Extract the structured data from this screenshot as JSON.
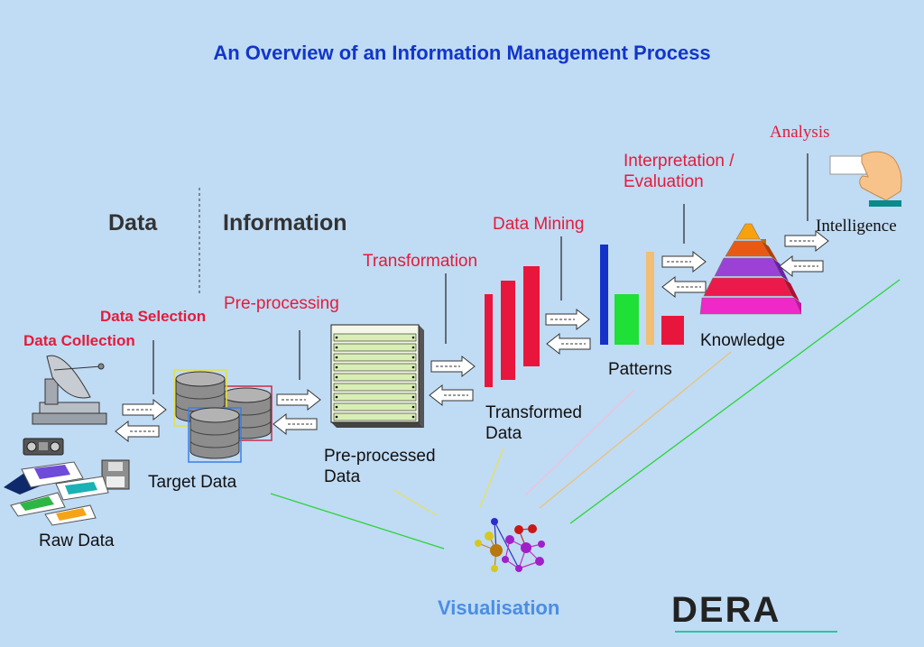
{
  "title": "An Overview of an Information Management Process",
  "headings": {
    "data": "Data",
    "information": "Information"
  },
  "steps": {
    "data_collection": "Data Collection",
    "data_selection": "Data Selection",
    "pre_processing": "Pre-processing",
    "transformation": "Transformation",
    "data_mining": "Data Mining",
    "interpretation_line1": "Interpretation /",
    "interpretation_line2": "Evaluation",
    "analysis": "Analysis"
  },
  "stages": {
    "raw_data": "Raw Data",
    "target_data": "Target Data",
    "preprocessed_line1": "Pre-processed",
    "preprocessed_line2": "Data",
    "transformed_line1": "Transformed",
    "transformed_line2": "Data",
    "patterns": "Patterns",
    "knowledge": "Knowledge",
    "intelligence": "Intelligence"
  },
  "visualisation": "Visualisation",
  "logo": "DERA",
  "colors": {
    "background": "#c0dbf4",
    "title": "#1136c9",
    "step_label": "#e41b3b",
    "visualisation": "#4a8ee2",
    "logo_underline": "#2fc4a0"
  },
  "icons": [
    "satellite-dish-icon",
    "radio-icon",
    "floppy-disk-icon",
    "photo-slides-icon",
    "database-icon",
    "server-rack-icon",
    "bar-chart-icon",
    "pyramid-icon",
    "hand-card-icon",
    "molecule-icon",
    "arrow-right-icon",
    "arrow-left-icon"
  ]
}
